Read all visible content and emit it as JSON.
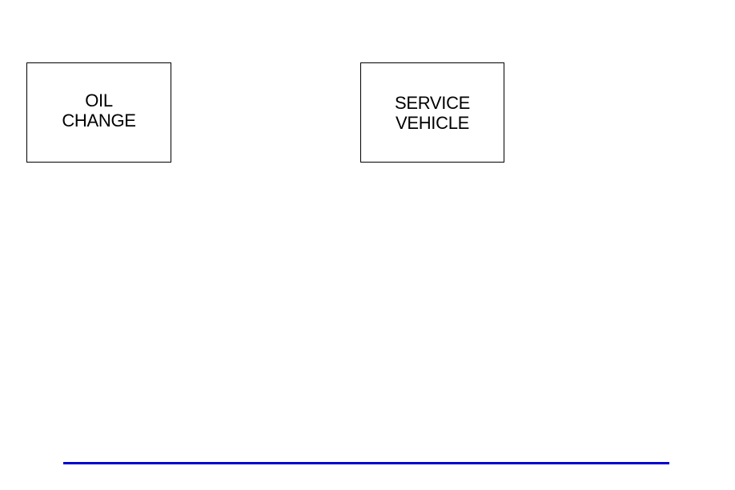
{
  "indicators": [
    {
      "lines": [
        "OIL",
        "CHANGE"
      ]
    },
    {
      "lines": [
        "SERVICE",
        "VEHICLE"
      ]
    }
  ],
  "colors": {
    "footer_rule": "#0000cc",
    "box_border": "#000000",
    "text": "#000000",
    "background": "#ffffff"
  }
}
